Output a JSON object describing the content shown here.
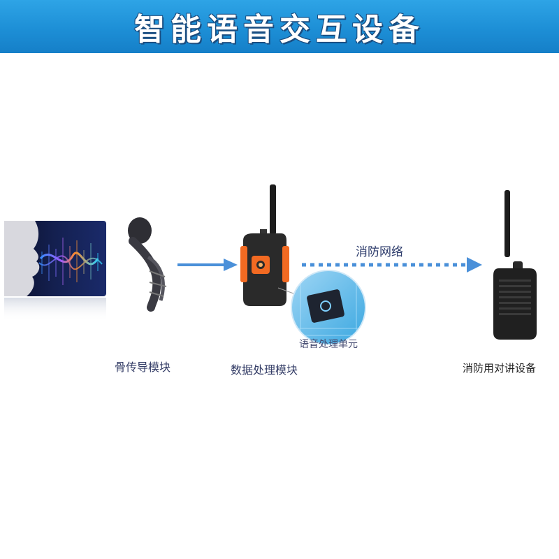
{
  "banner": {
    "title": "智能语音交互设备",
    "color": "#1d8fd6"
  },
  "diagram": {
    "nodes": {
      "bone_conduction": {
        "label": "骨传导模块"
      },
      "data_processing": {
        "label": "数据处理模块"
      },
      "voice_chip": {
        "label": "语音处理单元"
      },
      "intercom": {
        "label": "消防用对讲设备"
      }
    },
    "edges": {
      "fire_network": {
        "label": "消防网络"
      }
    }
  },
  "colors": {
    "arrow": "#4a90d9",
    "device_orange": "#f26a22",
    "device_body": "#2a2a2a"
  }
}
